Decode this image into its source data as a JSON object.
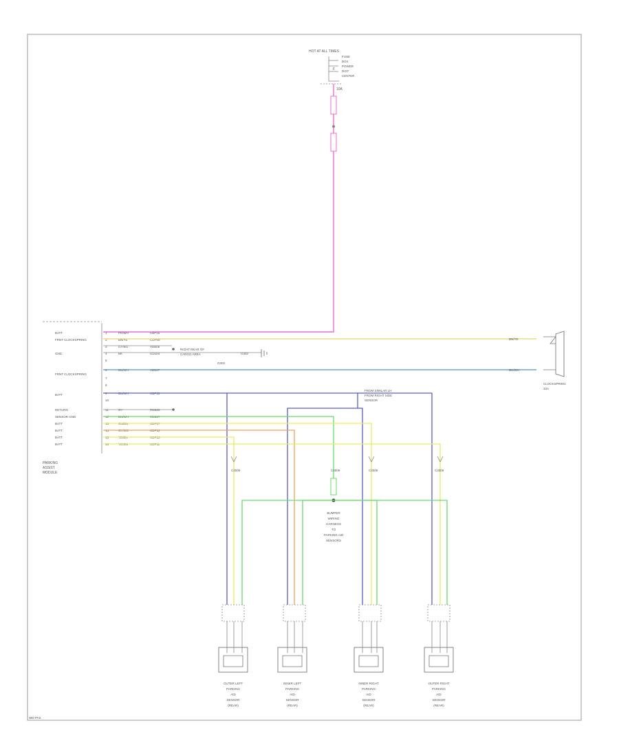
{
  "diagram": {
    "switch_block": {
      "label": "HOT AT ALL TIMES",
      "lines": [
        "FUSE",
        "BOX",
        "POWER",
        "DIST",
        "CENTER"
      ],
      "fuse": "F",
      "fuse_rating": "10A"
    },
    "module": {
      "label_lines": [
        "PARKING",
        "ASSIST",
        "MODULE"
      ]
    },
    "pins": [
      {
        "num": "1",
        "name": "BATT",
        "wire": "PK/WH",
        "ckt": "CBP15"
      },
      {
        "num": "2",
        "name": "FRNT CLOCKSPRING",
        "wire": "BN/YE",
        "ckt": "CDP09"
      },
      {
        "num": "3",
        "name": "",
        "wire": "GY/BU",
        "ckt": "VDB06"
      },
      {
        "num": "4",
        "name": "GND",
        "wire": "BK",
        "ckt": "GD154"
      },
      {
        "num": "5",
        "name": "",
        "wire": "",
        "ckt": ""
      },
      {
        "num": "6",
        "name": "",
        "wire": "BU/WH",
        "ckt": "VDB07"
      },
      {
        "num": "7",
        "name": "",
        "wire": "",
        "ckt": ""
      },
      {
        "num": "8",
        "name": "",
        "wire": "",
        "ckt": ""
      },
      {
        "num": "9",
        "name": "",
        "wire": "BU/WH",
        "ckt": "CBP15"
      },
      {
        "num": "10",
        "name": "",
        "wire": "",
        "ckt": ""
      },
      {
        "num": "11",
        "name": "RETURN",
        "wire": "GY",
        "ckt": "RDB09"
      },
      {
        "num": "12",
        "name": "SENSOR GND",
        "wire": "BN/WH",
        "ckt": "RDB07"
      },
      {
        "num": "13",
        "name": "",
        "wire": "GN/BN",
        "ckt": "CDP07"
      },
      {
        "num": "14",
        "name": "",
        "wire": "GY/OG",
        "ckt": "CDP12"
      },
      {
        "num": "15",
        "name": "",
        "wire": "YE/BN",
        "ckt": "CDP13"
      },
      {
        "num": "16",
        "name": "",
        "wire": "YE/GN",
        "ckt": "CDP11"
      }
    ],
    "gnd_notes": [
      "RIGHT REAR OF",
      "CARGO AREA"
    ],
    "gnd_id": "G302",
    "gnd_ref": "G302",
    "clockspring": {
      "wire": "BN/YE",
      "wire2": "BU/WH",
      "label": "CLOCKSPRING"
    },
    "cam_notes": [
      "FROM SIMILAR LH",
      "FROM RIGHT SIDE",
      "SENSOR"
    ],
    "sensor_ring_label": "SENSOR",
    "drops": [
      "C4006",
      "C4006",
      "C4006",
      "C4006"
    ],
    "center_block": [
      "BUMPER",
      "WIRING",
      "HARNESS",
      "TO",
      "PARKING AID",
      "SENSORS"
    ],
    "sensors": [
      {
        "lines": [
          "OUTER LEFT",
          "PARKING",
          "AID",
          "SENSOR",
          "(REAR)"
        ]
      },
      {
        "lines": [
          "INNER LEFT",
          "PARKING",
          "AID",
          "SENSOR",
          "(REAR)"
        ]
      },
      {
        "lines": [
          "INNER RIGHT",
          "PARKING",
          "AID",
          "SENSOR",
          "(REAR)"
        ]
      },
      {
        "lines": [
          "OUTER RIGHT",
          "PARKING",
          "AID",
          "SENSOR",
          "(REAR)"
        ]
      }
    ],
    "footer": "WD-PAS",
    "colors": {
      "pink": "#f06bd8",
      "blue": "#5a5ad8",
      "green": "#66dd66",
      "yellow": "#ecec5a",
      "lightblue": "#4f8fd0",
      "tan": "#e6d46a",
      "orange": "#f2a055",
      "black": "#444444"
    }
  }
}
